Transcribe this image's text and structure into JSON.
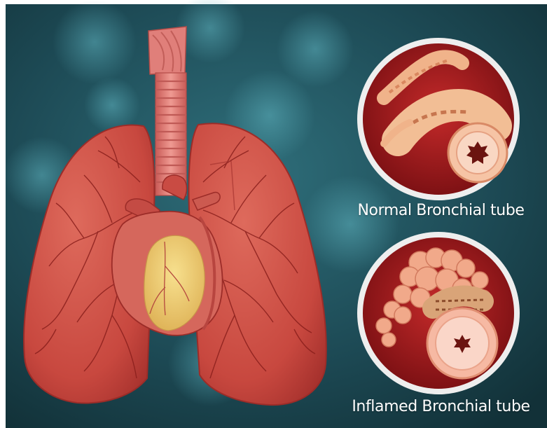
{
  "labels": {
    "normal": "Normal Bronchial tube",
    "inflamed": "Inflamed Bronchial tube"
  },
  "colors": {
    "background_dark": "#163a44",
    "background_glow": "#3e8d9a",
    "lung": "#cd4f45",
    "lung_shadow": "#a8322e",
    "vessel": "#8a1f1c",
    "heart": "#d5675c",
    "heart_fat": "#f2d37a",
    "trachea": "#e2847e",
    "circle_fill": "#9e1a1c",
    "circle_ring": "#f2f2f2",
    "caption": "#ffffff"
  },
  "icons": [
    "lungs-illustration",
    "heart-illustration",
    "trachea-illustration",
    "normal-bronchial-tube-illustration",
    "inflamed-bronchial-tube-illustration"
  ]
}
